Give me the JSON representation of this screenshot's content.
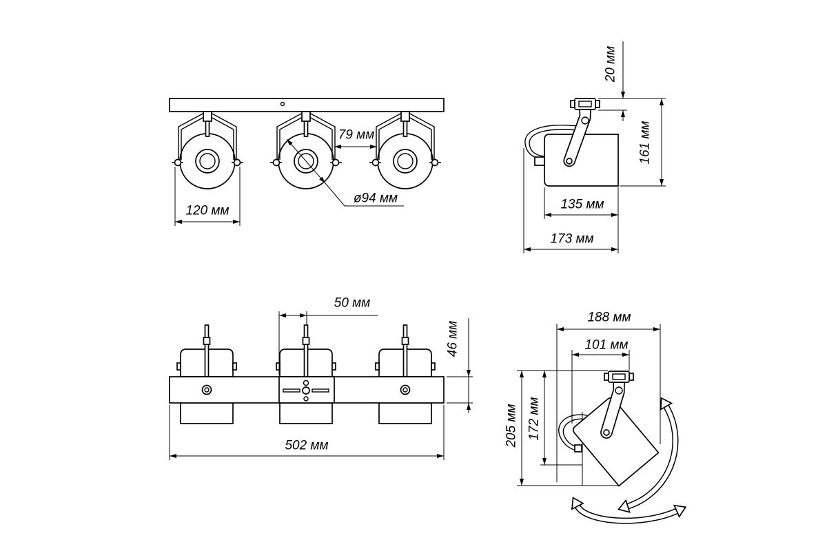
{
  "colors": {
    "ink": "#000000",
    "background": "#ffffff"
  },
  "front_view": {
    "gap_label": "79 мм",
    "diameter_label": "ø94 мм",
    "spot_width_label": "120 мм"
  },
  "side_view": {
    "mount_height_label": "20 мм",
    "total_height_label": "161 мм",
    "body_length_label": "135 мм",
    "total_depth_label": "173 мм"
  },
  "top_view": {
    "mount_width_label": "50 мм",
    "bar_height_label": "46 мм",
    "length_label": "502 мм"
  },
  "rotation_view": {
    "width_label": "188 мм",
    "inner_width_label": "101 мм",
    "height_label": "205 мм",
    "inner_height_label": "172 мм"
  }
}
